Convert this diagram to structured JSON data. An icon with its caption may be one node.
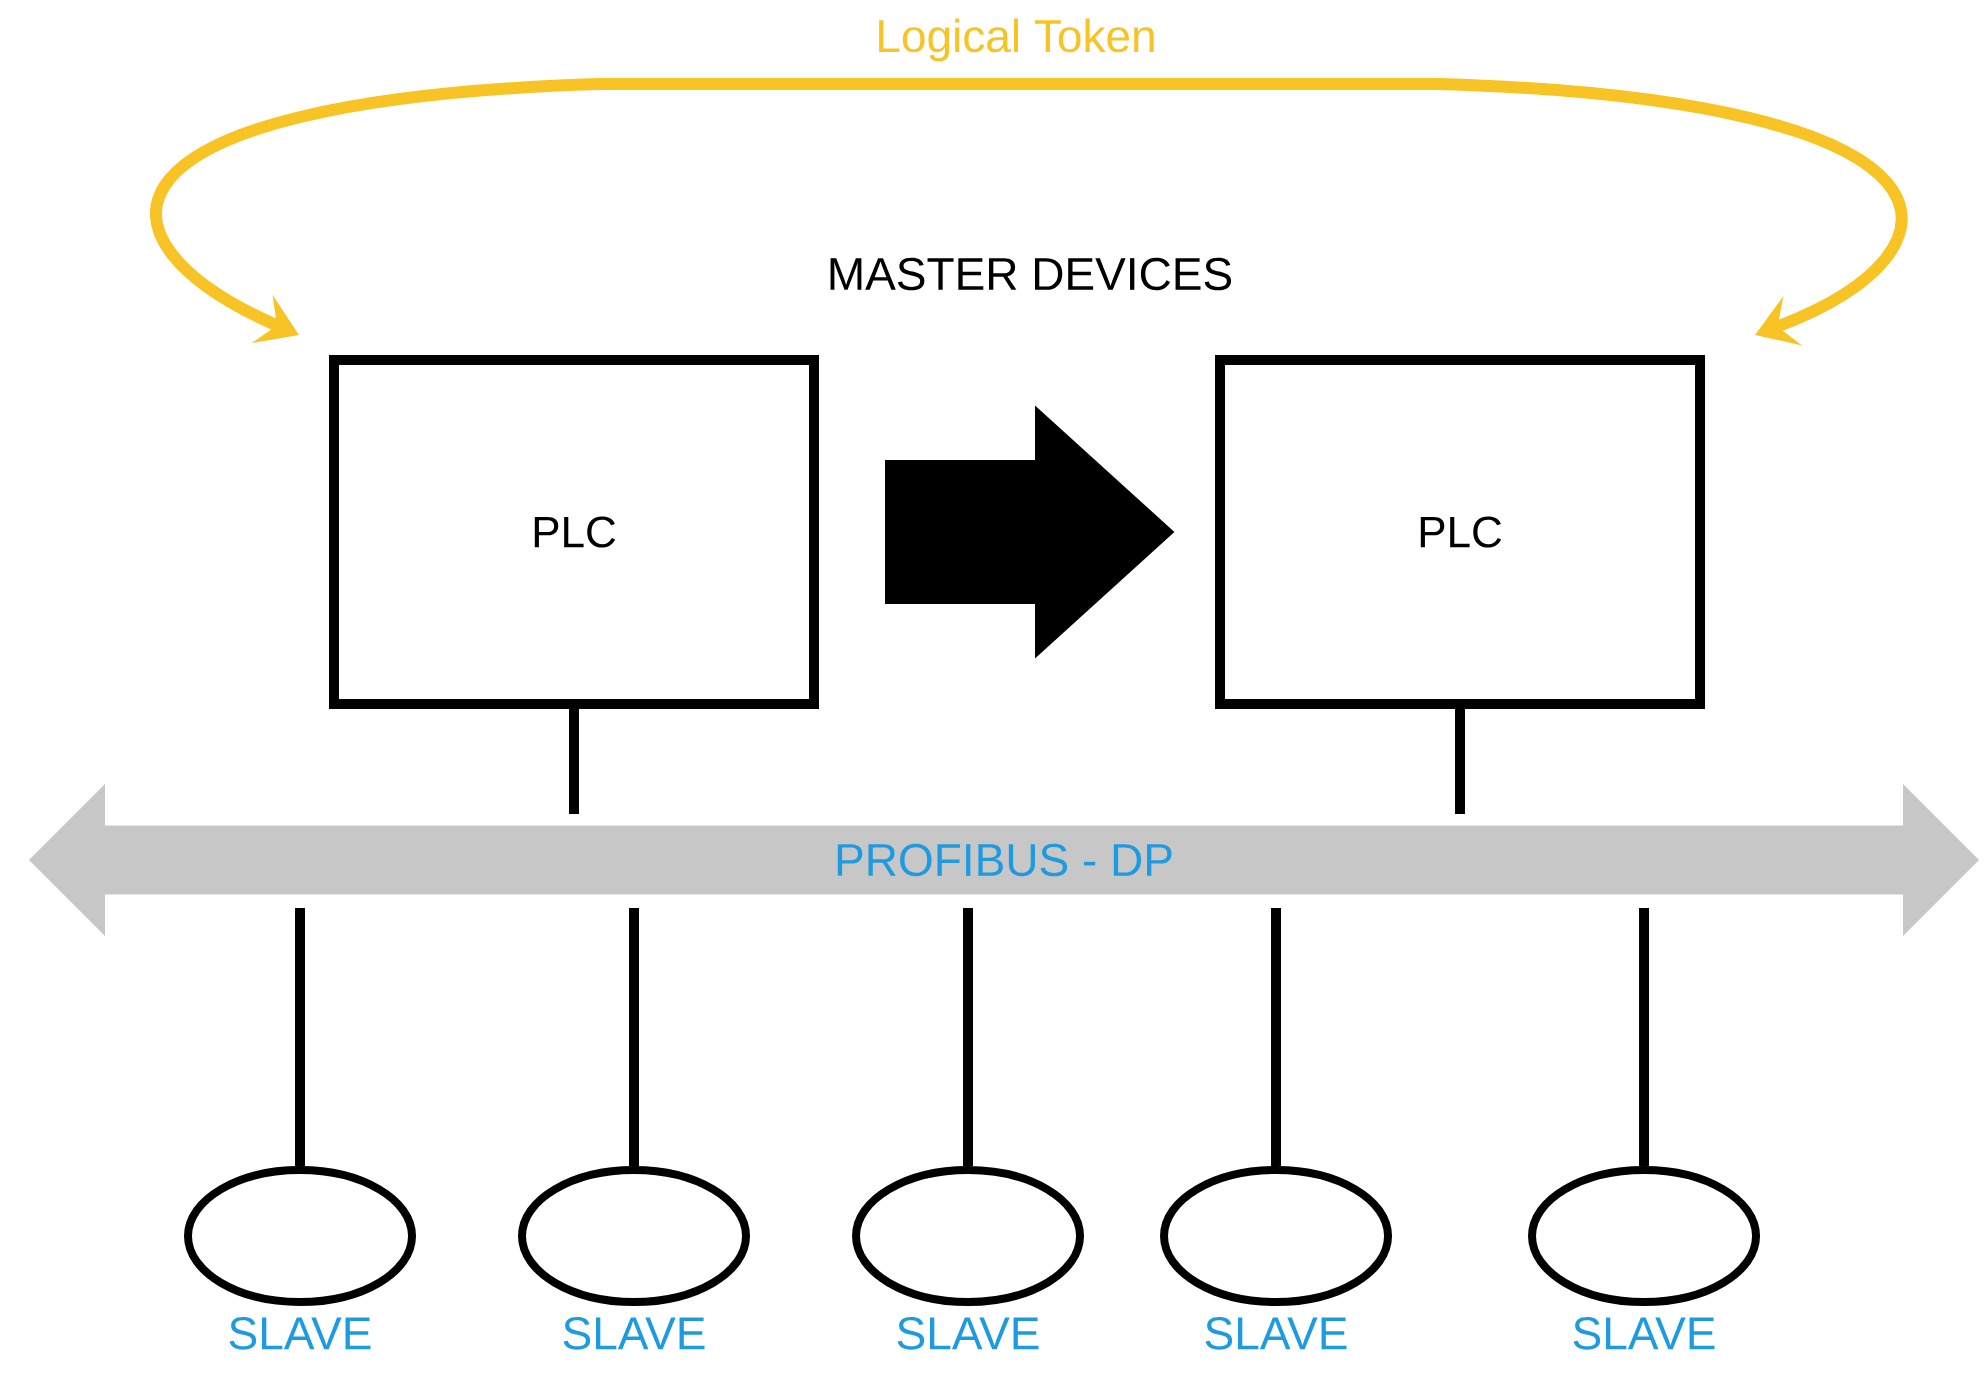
{
  "diagram": {
    "nodes": [
      {
        "text": [
          "PLC"
        ]
      },
      {
        "text": [
          "PLC"
        ]
      },
      {
        "text": [
          "PROFIBUS - DP"
        ]
      },
      {
        "text": [
          "SLAVE"
        ]
      },
      {
        "text": [
          "SLAVE"
        ]
      },
      {
        "text": [
          "SLAVE"
        ]
      },
      {
        "text": [
          "SLAVE"
        ]
      },
      {
        "text": [
          "SLAVE"
        ]
      }
    ],
    "edges": [
      {
        "from": 0,
        "to": 1,
        "arrow": "to",
        "style": "thick"
      },
      {
        "from": 0,
        "to": 1,
        "arrow": "both",
        "label": "Logical Token",
        "color": "#f7c325"
      },
      {
        "from": 0,
        "to": 2,
        "arrow": "none"
      },
      {
        "from": 1,
        "to": 2,
        "arrow": "none"
      },
      {
        "from": 2,
        "to": 3,
        "arrow": "none"
      },
      {
        "from": 2,
        "to": 4,
        "arrow": "none"
      },
      {
        "from": 2,
        "to": 5,
        "arrow": "none"
      },
      {
        "from": 2,
        "to": 6,
        "arrow": "none"
      },
      {
        "from": 2,
        "to": 7,
        "arrow": "none"
      }
    ],
    "labels": [
      "MASTER DEVICES"
    ]
  }
}
